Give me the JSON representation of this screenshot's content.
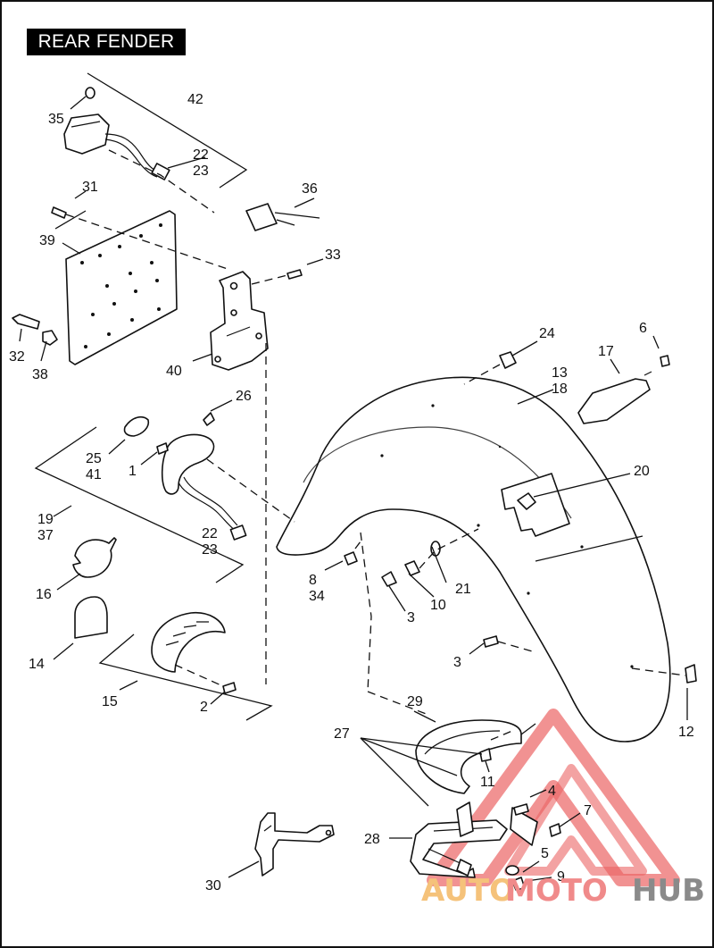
{
  "title": "REAR FENDER",
  "callouts": [
    "35",
    "42",
    "22",
    "23",
    "31",
    "36",
    "39",
    "33",
    "32",
    "38",
    "40",
    "24",
    "6",
    "17",
    "13",
    "18",
    "26",
    "25",
    "41",
    "1",
    "20",
    "19",
    "37",
    "22",
    "23",
    "16",
    "8",
    "34",
    "21",
    "10",
    "3",
    "14",
    "15",
    "2",
    "3",
    "29",
    "12",
    "27",
    "11",
    "4",
    "7",
    "28",
    "5",
    "30",
    "9"
  ],
  "watermark": {
    "word_auto": "AUTO",
    "word_moto": "MOTO",
    "word_hub": "HUB",
    "color_auto": "#f5c27a",
    "color_moto": "#f08a8a",
    "color_hub": "#8a8a8a",
    "color_logo": "#e84a4a"
  }
}
